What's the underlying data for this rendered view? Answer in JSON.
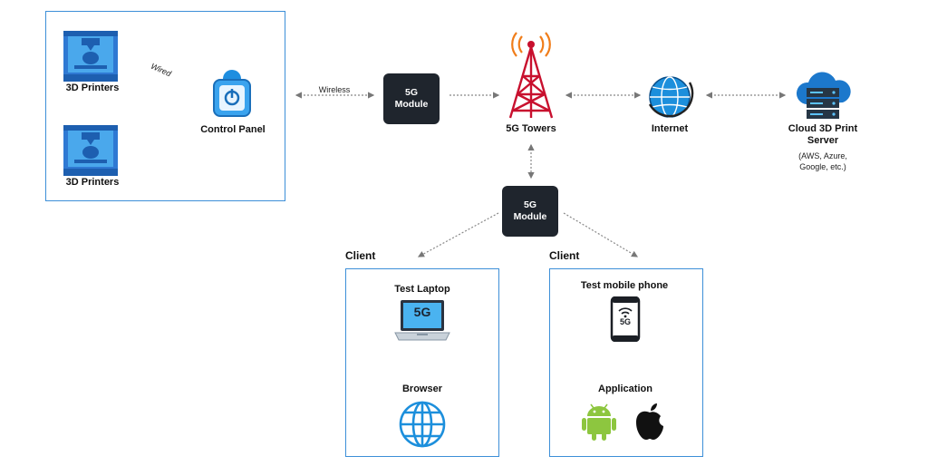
{
  "printers_label_top": "3D Printers",
  "printers_label_bottom": "3D Printers",
  "wired_label": "Wired",
  "control_panel_label": "Control Panel",
  "wireless_label": "Wireless",
  "module_top": [
    "5G",
    "Module"
  ],
  "module_bottom": [
    "5G",
    "Module"
  ],
  "towers_label": "5G Towers",
  "internet_label": "Internet",
  "cloud_label": [
    "Cloud 3D Print",
    "Server"
  ],
  "cloud_sub": [
    "(AWS, Azure,",
    "Google, etc.)"
  ],
  "client_left": "Client",
  "client_right": "Client",
  "laptop_label": "Test Laptop",
  "laptop_screen_text": "5G",
  "browser_label": "Browser",
  "phone_label": "Test mobile phone",
  "phone_screen_text": "5G",
  "application_label": "Application",
  "colors": {
    "box_border": "#3d8fd8",
    "module_bg": "#1f252d",
    "tower_red": "#c8102e",
    "android_green": "#8dc63f",
    "globe_blue": "#1c8fdc"
  }
}
